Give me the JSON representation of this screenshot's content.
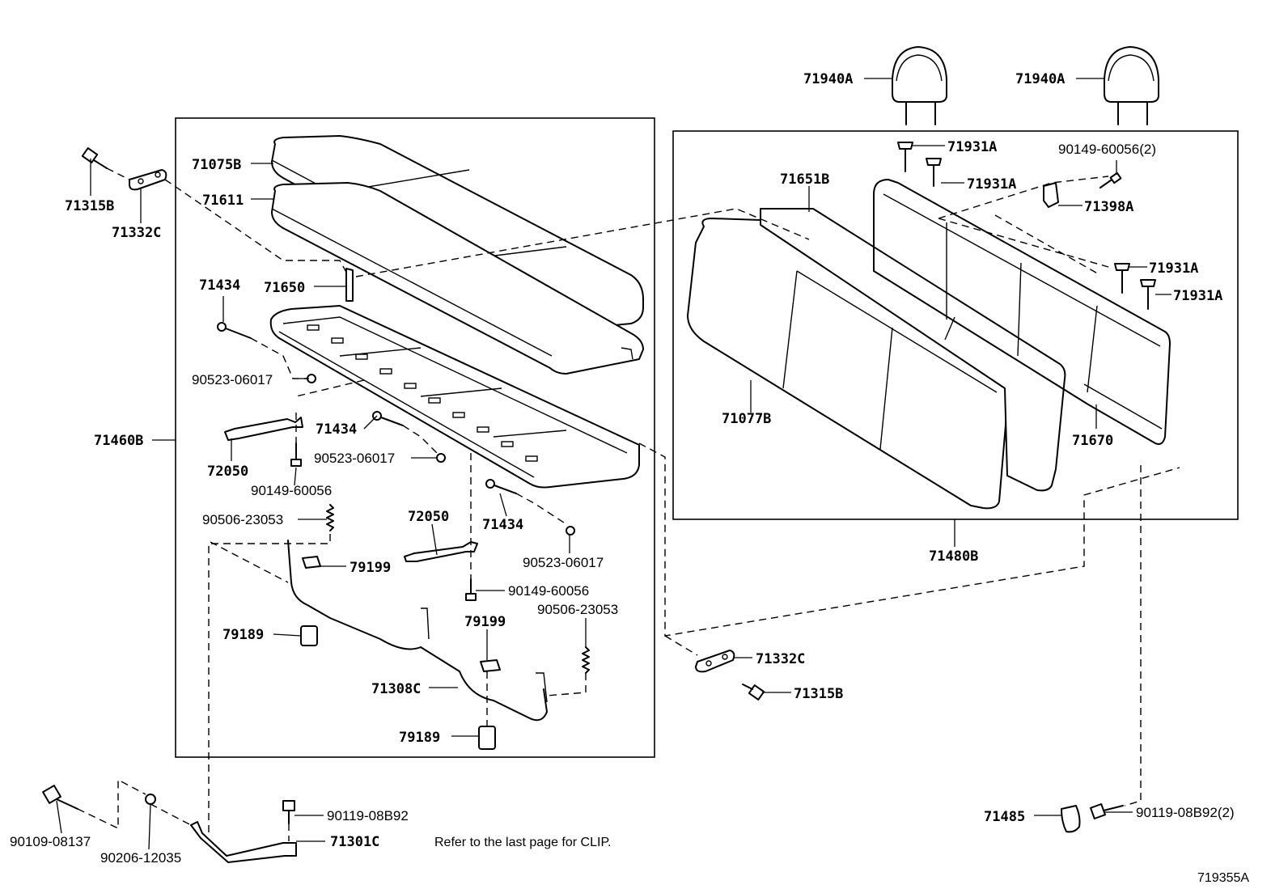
{
  "diagram": {
    "labels": {
      "p71940A_left": "71940A",
      "p71940A_right": "71940A",
      "p71931A_1": "71931A",
      "p71931A_2": "71931A",
      "p71931A_3": "71931A",
      "p71931A_4": "71931A",
      "p90149_60056_2": "90149-60056(2)",
      "p71398A": "71398A",
      "p71651B": "71651B",
      "p71077B": "71077B",
      "p71670": "71670",
      "p71480B": "71480B",
      "p71075B": "71075B",
      "p71611": "71611",
      "p71315B_top": "71315B",
      "p71332C_top": "71332C",
      "p71434_1": "71434",
      "p71650": "71650",
      "p90523_06017_1": "90523-06017",
      "p71460B": "71460B",
      "p71434_2": "71434",
      "p72050_1": "72050",
      "p90523_06017_2": "90523-06017",
      "p90149_60056_a": "90149-60056",
      "p90506_23053_a": "90506-23053",
      "p72050_2": "72050",
      "p71434_3": "71434",
      "p79199_1": "79199",
      "p90523_06017_3": "90523-06017",
      "p90149_60056_b": "90149-60056",
      "p90506_23053_b": "90506-23053",
      "p79189_1": "79189",
      "p79199_2": "79199",
      "p71308C": "71308C",
      "p79189_2": "79189",
      "p71332C_mid": "71332C",
      "p71315B_mid": "71315B",
      "p90109_08137": "90109-08137",
      "p90206_12035": "90206-12035",
      "p90119_08B92": "90119-08B92",
      "p71301C": "71301C",
      "p71485": "71485",
      "p90119_08B92_2": "90119-08B92(2)"
    },
    "note": "Refer to the last page for CLIP.",
    "illustration_code": "719355A"
  }
}
